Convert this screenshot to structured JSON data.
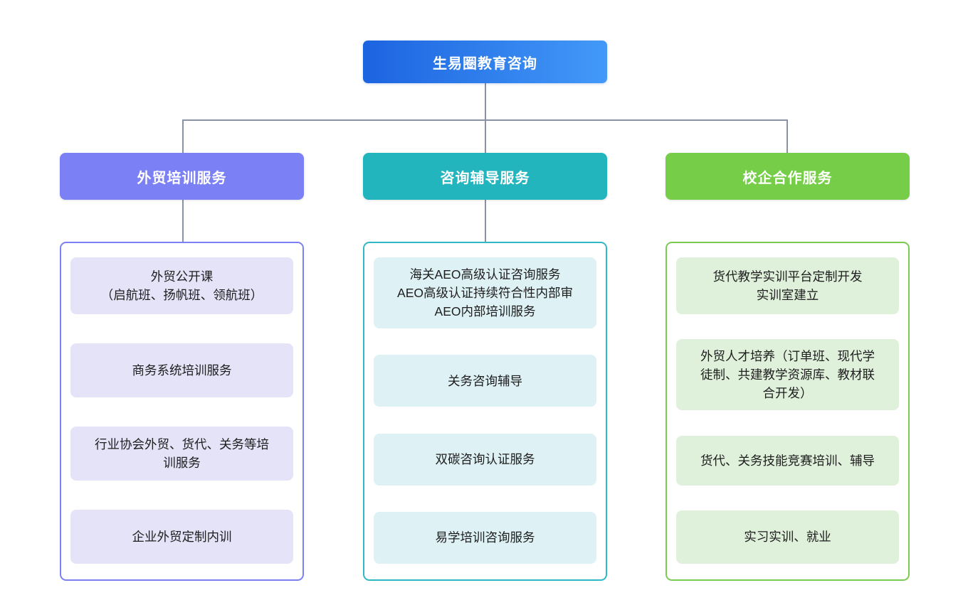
{
  "diagram": {
    "type": "org-chart",
    "root": {
      "label": "生易圈教育咨询"
    },
    "branches": [
      {
        "label": "外贸培训服务",
        "items": [
          {
            "lines": [
              "外贸公开课",
              "（启航班、扬帆班、领航班）"
            ]
          },
          {
            "lines": [
              "商务系统培训服务"
            ]
          },
          {
            "lines": [
              "行业协会外贸、货代、关务等培训服务"
            ]
          },
          {
            "lines": [
              "企业外贸定制内训"
            ]
          }
        ]
      },
      {
        "label": "咨询辅导服务",
        "items": [
          {
            "lines": [
              "海关AEO高级认证咨询服务",
              "AEO高级认证持续符合性内部审",
              "AEO内部培训服务"
            ]
          },
          {
            "lines": [
              "关务咨询辅导"
            ]
          },
          {
            "lines": [
              "双碳咨询认证服务"
            ]
          },
          {
            "lines": [
              "易学培训咨询服务"
            ]
          }
        ]
      },
      {
        "label": "校企合作服务",
        "items": [
          {
            "lines": [
              "货代教学实训平台定制开发",
              "实训室建立"
            ]
          },
          {
            "lines": [
              "外贸人才培养（订单班、现代学徒制、共建教学资源库、教材联合开发）"
            ]
          },
          {
            "lines": [
              "货代、关务技能竞赛培训、辅导"
            ]
          },
          {
            "lines": [
              "实习实训、就业"
            ]
          }
        ]
      }
    ],
    "palette": {
      "root_gradient_from": "#1C64E0",
      "root_gradient_to": "#4399F8",
      "branch_colors": [
        "#7B80F5",
        "#23B5BE",
        "#76CE48"
      ],
      "group_border_colors": [
        "#7B80F5",
        "#2FB9C6",
        "#7BCB52"
      ],
      "leaf_bg_colors": [
        "#E4E3F8",
        "#DEF1F4",
        "#DFF0DB"
      ],
      "connector_color": "#8A93A3",
      "background": "#FFFFFF"
    }
  }
}
